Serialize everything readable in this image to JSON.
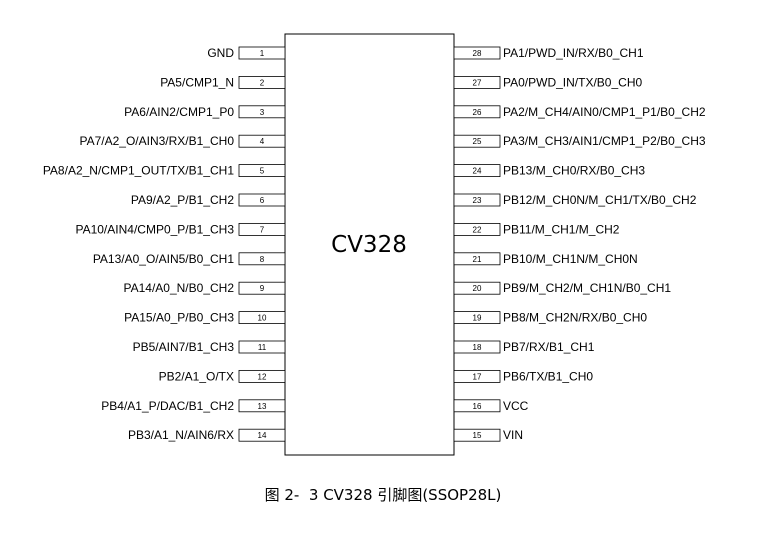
{
  "chip": {
    "name": "CV328"
  },
  "left_pins": [
    {
      "num": "1",
      "label": "GND"
    },
    {
      "num": "2",
      "label": "PA5/CMP1_N"
    },
    {
      "num": "3",
      "label": "PA6/AIN2/CMP1_P0"
    },
    {
      "num": "4",
      "label": "PA7/A2_O/AIN3/RX/B1_CH0"
    },
    {
      "num": "5",
      "label": "PA8/A2_N/CMP1_OUT/TX/B1_CH1"
    },
    {
      "num": "6",
      "label": "PA9/A2_P/B1_CH2"
    },
    {
      "num": "7",
      "label": "PA10/AIN4/CMP0_P/B1_CH3"
    },
    {
      "num": "8",
      "label": "PA13/A0_O/AIN5/B0_CH1"
    },
    {
      "num": "9",
      "label": "PA14/A0_N/B0_CH2"
    },
    {
      "num": "10",
      "label": "PA15/A0_P/B0_CH3"
    },
    {
      "num": "11",
      "label": "PB5/AIN7/B1_CH3"
    },
    {
      "num": "12",
      "label": "PB2/A1_O/TX"
    },
    {
      "num": "13",
      "label": "PB4/A1_P/DAC/B1_CH2"
    },
    {
      "num": "14",
      "label": "PB3/A1_N/AIN6/RX"
    }
  ],
  "right_pins": [
    {
      "num": "28",
      "label": "PA1/PWD_IN/RX/B0_CH1"
    },
    {
      "num": "27",
      "label": "PA0/PWD_IN/TX/B0_CH0"
    },
    {
      "num": "26",
      "label": "PA2/M_CH4/AIN0/CMP1_P1/B0_CH2"
    },
    {
      "num": "25",
      "label": "PA3/M_CH3/AIN1/CMP1_P2/B0_CH3"
    },
    {
      "num": "24",
      "label": "PB13/M_CH0/RX/B0_CH3"
    },
    {
      "num": "23",
      "label": "PB12/M_CH0N/M_CH1/TX/B0_CH2"
    },
    {
      "num": "22",
      "label": "PB11/M_CH1/M_CH2"
    },
    {
      "num": "21",
      "label": "PB10/M_CH1N/M_CH0N"
    },
    {
      "num": "20",
      "label": "PB9/M_CH2/M_CH1N/B0_CH1"
    },
    {
      "num": "19",
      "label": "PB8/M_CH2N/RX/B0_CH0"
    },
    {
      "num": "18",
      "label": "PB7/RX/B1_CH1"
    },
    {
      "num": "17",
      "label": "PB6/TX/B1_CH0"
    },
    {
      "num": "16",
      "label": "VCC"
    },
    {
      "num": "15",
      "label": "VIN"
    }
  ],
  "caption": "图 2-  3 CV328 引脚图(SSOP28L)"
}
